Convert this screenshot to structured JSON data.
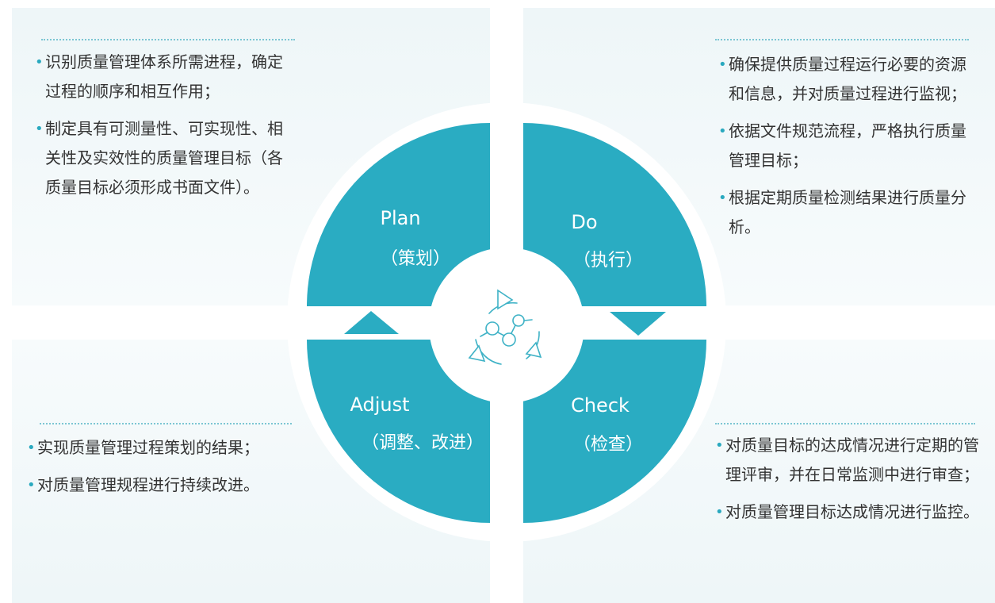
{
  "center_icon": "cycle-network-icon",
  "colors": {
    "accent": "#2aacc2",
    "panel_bg": "#eef6f8",
    "bullet": "#2aa9bf",
    "text": "#333333"
  },
  "quadrants": [
    {
      "id": "plan",
      "title": "Plan",
      "subtitle": "（策划）"
    },
    {
      "id": "do",
      "title": "Do",
      "subtitle": "（执行）"
    },
    {
      "id": "adjust",
      "title": "Adjust",
      "subtitle": "（调整、改进）"
    },
    {
      "id": "check",
      "title": "Check",
      "subtitle": "（检查）"
    }
  ],
  "panels": {
    "plan": {
      "items": [
        "识别质量管理体系所需进程，确定过程的顺序和相互作用；",
        "制定具有可测量性、可实现性、相关性及实效性的质量管理目标（各质量目标必须形成书面文件）。"
      ]
    },
    "do": {
      "items": [
        "确保提供质量过程运行必要的资源和信息，并对质量过程进行监视；",
        "依据文件规范流程，严格执行质量管理目标；",
        "根据定期质量检测结果进行质量分析。"
      ]
    },
    "adjust": {
      "items": [
        "实现质量管理过程策划的结果；",
        "对质量管理规程进行持续改进。"
      ]
    },
    "check": {
      "items": [
        "对质量目标的达成情况进行定期的管理评审，并在日常监测中进行审查；",
        "对质量管理目标达成情况进行监控。"
      ]
    }
  }
}
